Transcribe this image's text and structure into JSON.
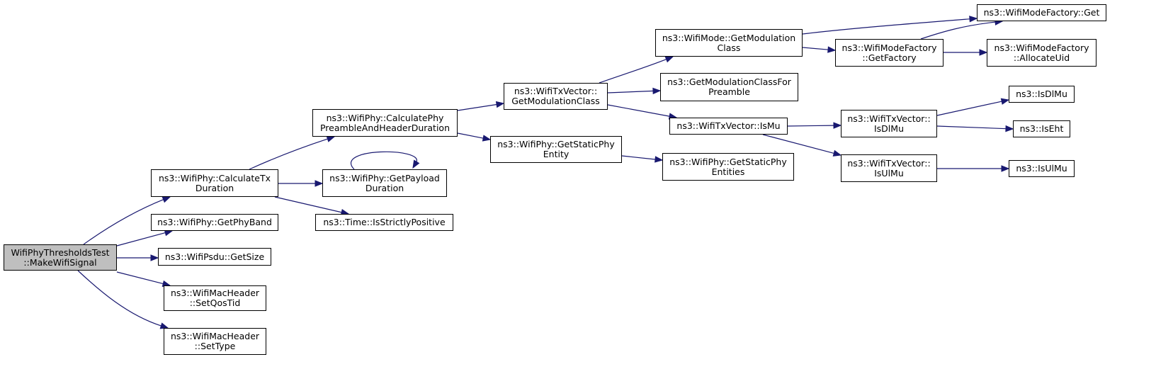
{
  "diagram": {
    "edge_color": "#191970",
    "root_fill": "#bfbfbf",
    "nodes": [
      {
        "id": "make",
        "lines": [
          "WifiPhyThresholdsTest",
          "::MakeWifiSignal"
        ],
        "root": true
      },
      {
        "id": "calctx",
        "lines": [
          "ns3::WifiPhy::CalculateTx",
          "Duration"
        ]
      },
      {
        "id": "getphyband",
        "lines": [
          "ns3::WifiPhy::GetPhyBand"
        ]
      },
      {
        "id": "getsize",
        "lines": [
          "ns3::WifiPsdu::GetSize"
        ]
      },
      {
        "id": "setqos",
        "lines": [
          "ns3::WifiMacHeader",
          "::SetQosTid"
        ]
      },
      {
        "id": "settype",
        "lines": [
          "ns3::WifiMacHeader",
          "::SetType"
        ]
      },
      {
        "id": "calcpre",
        "lines": [
          "ns3::WifiPhy::CalculatePhy",
          "PreambleAndHeaderDuration"
        ]
      },
      {
        "id": "getpayload",
        "lines": [
          "ns3::WifiPhy::GetPayload",
          "Duration"
        ]
      },
      {
        "id": "isstrict",
        "lines": [
          "ns3::Time::IsStrictlyPositive"
        ]
      },
      {
        "id": "txgetmod",
        "lines": [
          "ns3::WifiTxVector::",
          "GetModulationClass"
        ]
      },
      {
        "id": "getstatic",
        "lines": [
          "ns3::WifiPhy::GetStaticPhy",
          "Entity"
        ]
      },
      {
        "id": "modegetmod",
        "lines": [
          "ns3::WifiMode::GetModulation",
          "Class"
        ]
      },
      {
        "id": "getmodpre",
        "lines": [
          "ns3::GetModulationClassFor",
          "Preamble"
        ]
      },
      {
        "id": "ismu",
        "lines": [
          "ns3::WifiTxVector::IsMu"
        ]
      },
      {
        "id": "getstatics",
        "lines": [
          "ns3::WifiPhy::GetStaticPhy",
          "Entities"
        ]
      },
      {
        "id": "factget",
        "lines": [
          "ns3::WifiModeFactory::Get"
        ]
      },
      {
        "id": "getfactory",
        "lines": [
          "ns3::WifiModeFactory",
          "::GetFactory"
        ]
      },
      {
        "id": "allocuid",
        "lines": [
          "ns3::WifiModeFactory",
          "::AllocateUid"
        ]
      },
      {
        "id": "isdlmu",
        "lines": [
          "ns3::WifiTxVector::",
          "IsDlMu"
        ]
      },
      {
        "id": "isulmu",
        "lines": [
          "ns3::WifiTxVector::",
          "IsUlMu"
        ]
      },
      {
        "id": "isdlmu2",
        "lines": [
          "ns3::IsDlMu"
        ]
      },
      {
        "id": "iseht",
        "lines": [
          "ns3::IsEht"
        ]
      },
      {
        "id": "isulmu2",
        "lines": [
          "ns3::IsUlMu"
        ]
      }
    ],
    "edges": [
      {
        "from": "make",
        "to": "calctx"
      },
      {
        "from": "make",
        "to": "getphyband"
      },
      {
        "from": "make",
        "to": "getsize"
      },
      {
        "from": "make",
        "to": "setqos"
      },
      {
        "from": "make",
        "to": "settype"
      },
      {
        "from": "calctx",
        "to": "calcpre"
      },
      {
        "from": "calctx",
        "to": "getpayload"
      },
      {
        "from": "calctx",
        "to": "isstrict"
      },
      {
        "from": "getpayload",
        "to": "getpayload"
      },
      {
        "from": "calcpre",
        "to": "txgetmod"
      },
      {
        "from": "calcpre",
        "to": "getstatic"
      },
      {
        "from": "txgetmod",
        "to": "modegetmod"
      },
      {
        "from": "txgetmod",
        "to": "getmodpre"
      },
      {
        "from": "txgetmod",
        "to": "ismu"
      },
      {
        "from": "getstatic",
        "to": "getstatics"
      },
      {
        "from": "modegetmod",
        "to": "factget"
      },
      {
        "from": "modegetmod",
        "to": "getfactory"
      },
      {
        "from": "getfactory",
        "to": "factget"
      },
      {
        "from": "getfactory",
        "to": "allocuid"
      },
      {
        "from": "ismu",
        "to": "isdlmu"
      },
      {
        "from": "ismu",
        "to": "isulmu"
      },
      {
        "from": "isdlmu",
        "to": "isdlmu2"
      },
      {
        "from": "isdlmu",
        "to": "iseht"
      },
      {
        "from": "isulmu",
        "to": "isulmu2"
      }
    ]
  }
}
